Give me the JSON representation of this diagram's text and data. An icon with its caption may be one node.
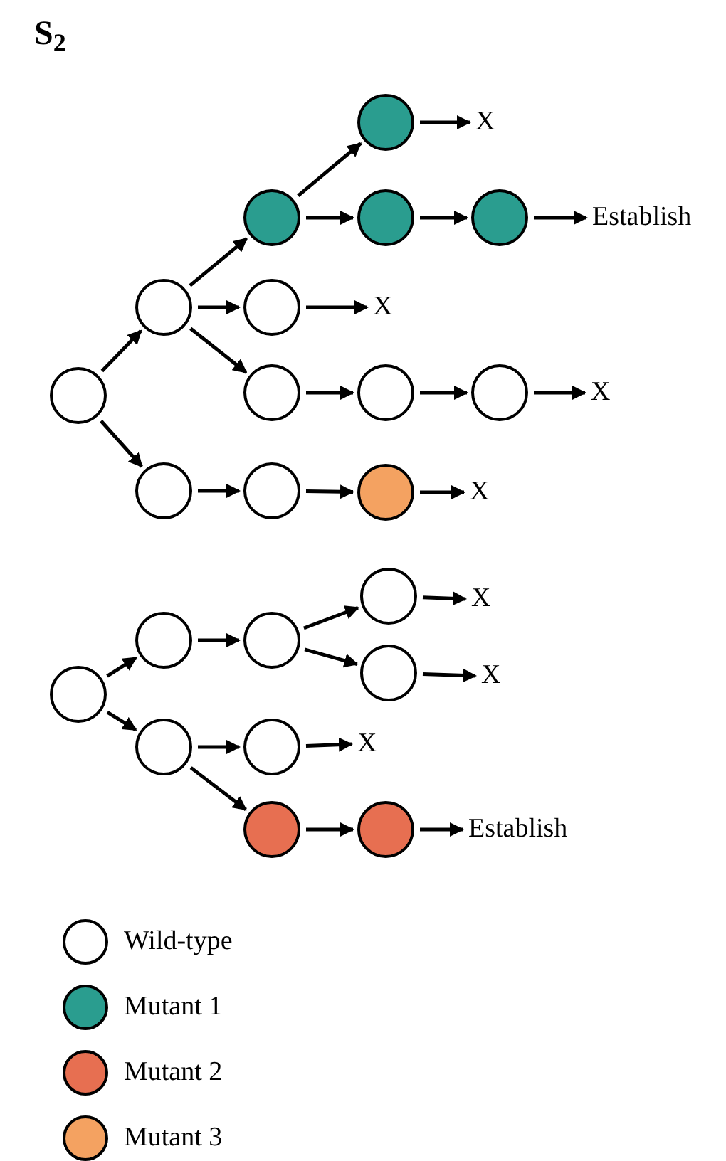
{
  "diagram": {
    "title": "S$_{2}$",
    "nodes": [
      {
        "text": [],
        "shape": "circle"
      },
      {
        "text": [],
        "shape": "circle"
      },
      {
        "text": [],
        "shape": "circle"
      },
      {
        "text": [],
        "shape": "circle"
      },
      {
        "text": [
          "X"
        ]
      },
      {
        "text": [],
        "shape": "circle"
      },
      {
        "text": [],
        "shape": "circle"
      },
      {
        "text": [
          "Establish"
        ]
      },
      {
        "text": [],
        "shape": "circle"
      },
      {
        "text": [
          "X"
        ]
      },
      {
        "text": [],
        "shape": "circle"
      },
      {
        "text": [],
        "shape": "circle"
      },
      {
        "text": [],
        "shape": "circle"
      },
      {
        "text": [
          "X"
        ]
      },
      {
        "text": [],
        "shape": "circle"
      },
      {
        "text": [],
        "shape": "circle"
      },
      {
        "text": [],
        "shape": "circle"
      },
      {
        "text": [
          "X"
        ]
      },
      {
        "text": [],
        "shape": "circle"
      },
      {
        "text": [],
        "shape": "circle"
      },
      {
        "text": [],
        "shape": "circle"
      },
      {
        "text": [],
        "shape": "circle"
      },
      {
        "text": [
          "X"
        ]
      },
      {
        "text": [],
        "shape": "circle"
      },
      {
        "text": [
          "X"
        ]
      },
      {
        "text": [],
        "shape": "circle"
      },
      {
        "text": [],
        "shape": "circle"
      },
      {
        "text": [
          "X"
        ]
      },
      {
        "text": [],
        "shape": "circle"
      },
      {
        "text": [],
        "shape": "circle"
      },
      {
        "text": [
          "Establish"
        ]
      }
    ],
    "edges": [
      {
        "from": 0,
        "to": 1,
        "arrow": "to"
      },
      {
        "from": 1,
        "to": 2,
        "arrow": "to"
      },
      {
        "from": 2,
        "to": 3,
        "arrow": "to"
      },
      {
        "from": 3,
        "to": 4,
        "arrow": "to"
      },
      {
        "from": 2,
        "to": 5,
        "arrow": "to"
      },
      {
        "from": 5,
        "to": 6,
        "arrow": "to"
      },
      {
        "from": 6,
        "to": 7,
        "arrow": "to"
      },
      {
        "from": 1,
        "to": 8,
        "arrow": "to"
      },
      {
        "from": 8,
        "to": 9,
        "arrow": "to"
      },
      {
        "from": 1,
        "to": 10,
        "arrow": "to"
      },
      {
        "from": 10,
        "to": 11,
        "arrow": "to"
      },
      {
        "from": 11,
        "to": 12,
        "arrow": "to"
      },
      {
        "from": 12,
        "to": 13,
        "arrow": "to"
      },
      {
        "from": 0,
        "to": 14,
        "arrow": "to"
      },
      {
        "from": 14,
        "to": 15,
        "arrow": "to"
      },
      {
        "from": 15,
        "to": 16,
        "arrow": "to"
      },
      {
        "from": 16,
        "to": 17,
        "arrow": "to"
      },
      {
        "from": 18,
        "to": 19,
        "arrow": "to"
      },
      {
        "from": 19,
        "to": 20,
        "arrow": "to"
      },
      {
        "from": 20,
        "to": 21,
        "arrow": "to"
      },
      {
        "from": 21,
        "to": 22,
        "arrow": "to"
      },
      {
        "from": 20,
        "to": 23,
        "arrow": "to"
      },
      {
        "from": 23,
        "to": 24,
        "arrow": "to"
      },
      {
        "from": 18,
        "to": 25,
        "arrow": "to"
      },
      {
        "from": 25,
        "to": 26,
        "arrow": "to"
      },
      {
        "from": 26,
        "to": 27,
        "arrow": "to"
      },
      {
        "from": 25,
        "to": 28,
        "arrow": "to"
      },
      {
        "from": 28,
        "to": 29,
        "arrow": "to"
      },
      {
        "from": 29,
        "to": 30,
        "arrow": "to"
      }
    ],
    "legend": [
      {
        "text": "Wild-type",
        "color": "#ffffff"
      },
      {
        "text": "Mutant 1",
        "color": "#2a9d8f"
      },
      {
        "text": "Mutant 2",
        "color": "#e76f51"
      },
      {
        "text": "Mutant 3",
        "color": "#f4a261"
      }
    ]
  }
}
